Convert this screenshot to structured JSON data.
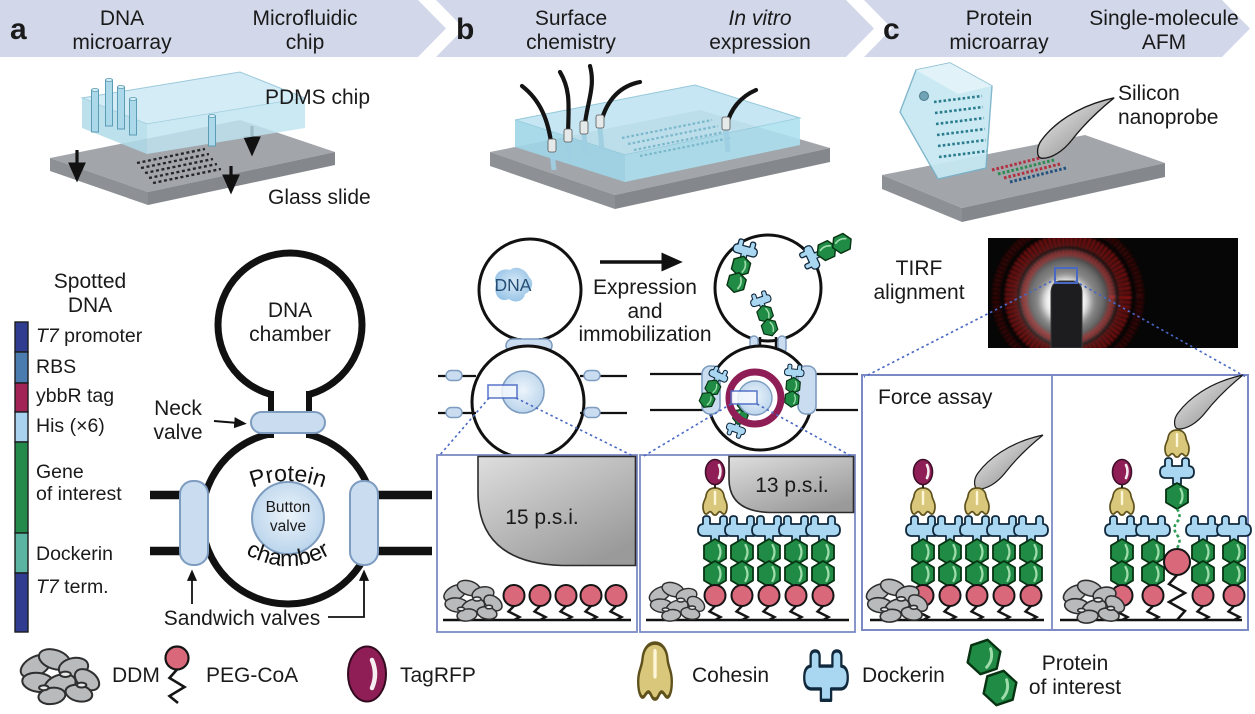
{
  "header": {
    "a": {
      "letter": "a",
      "step1": "DNA microarray",
      "step2": "Microfluidic chip"
    },
    "b": {
      "letter": "b",
      "step1": "Surface chemistry",
      "step2_italic": "In vitro",
      "step2_rest": " expression"
    },
    "c": {
      "letter": "c",
      "step1": "Protein microarray",
      "step2": "Single-molecule AFM"
    }
  },
  "panel_a": {
    "pdms_chip": "PDMS chip",
    "glass_slide": "Glass slide",
    "spotted_dna": {
      "title": "Spotted DNA",
      "segments": [
        {
          "italic": "T7",
          "text": " promoter",
          "text2": "",
          "color": "#303c8f"
        },
        {
          "italic": "",
          "text": "RBS",
          "text2": "",
          "color": "#4a7cb0"
        },
        {
          "italic": "",
          "text": "ybbR tag",
          "text2": "",
          "color": "#a22457"
        },
        {
          "italic": "",
          "text": "His (×6)",
          "text2": "",
          "color": "#a8d2ee"
        },
        {
          "italic": "",
          "text": "Gene",
          "text2": "of interest",
          "color": "#238a4b"
        },
        {
          "italic": "",
          "text": "Dockerin",
          "text2": "",
          "color": "#5bb3a2"
        },
        {
          "italic": "T7",
          "text": " term.",
          "text2": "",
          "color": "#303c8f"
        }
      ]
    },
    "dna_chamber": "DNA chamber",
    "neck_valve": "Neck valve",
    "protein_word": "Protein",
    "chamber_word": "chamber",
    "button_valve": "Button valve",
    "sandwich_valves": "Sandwich valves"
  },
  "panel_b": {
    "dna": "DNA",
    "process": "Expression and immobilization",
    "pressure_left": "15 p.s.i.",
    "pressure_right": "13 p.s.i."
  },
  "panel_c": {
    "nanoprobe": "Silicon nanoprobe",
    "tirf": "TIRF alignment",
    "force_assay": "Force assay"
  },
  "legend": [
    {
      "name": "ddm",
      "label": "DDM",
      "label2": ""
    },
    {
      "name": "peg-coa",
      "label": "PEG-CoA",
      "label2": ""
    },
    {
      "name": "tagrfp",
      "label": "TagRFP",
      "label2": ""
    },
    {
      "name": "cohesin",
      "label": "Cohesin",
      "label2": ""
    },
    {
      "name": "dockerin",
      "label": "Dockerin",
      "label2": ""
    },
    {
      "name": "protein-of-interest",
      "label": "Protein",
      "label2": "of interest"
    }
  ],
  "colors": {
    "band": "#d2d8ea",
    "pdms_blue": "#c6e8f3",
    "slide_gray": "#9fa3a8",
    "valve_blue": "#c9dcf0",
    "green_protein": "#1f8b45",
    "dockerin_blue": "#a9d7f2",
    "cohesin_yellow": "#d9c87c",
    "tagrfp_maroon": "#8e1e55",
    "peg_pink": "#d9687a",
    "ddm_gray": "#b8babc",
    "callout_blue": "#4968c4",
    "box_border": "#7b8ac4"
  }
}
